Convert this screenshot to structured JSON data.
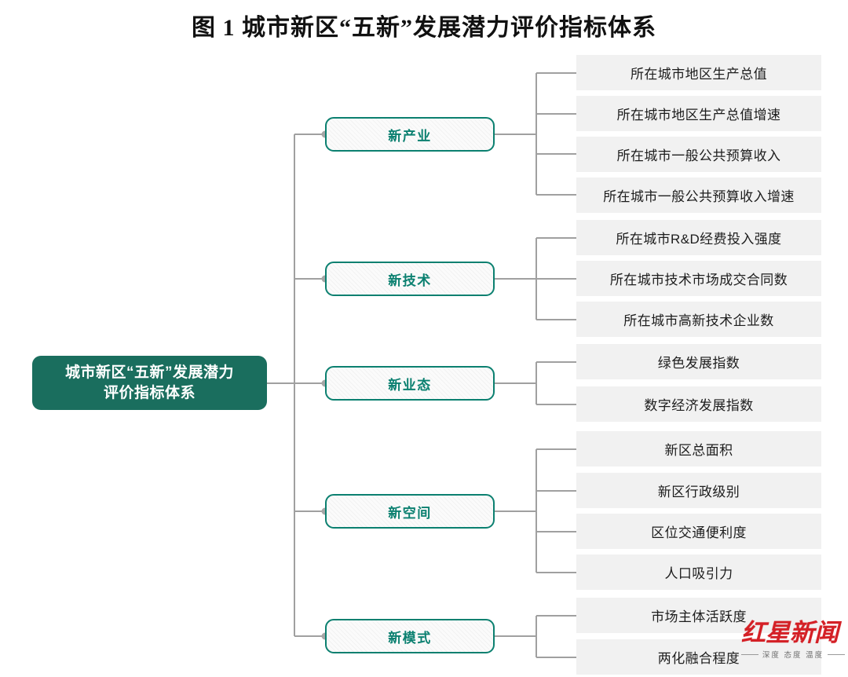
{
  "title": "图 1 城市新区“五新”发展潜力评价指标体系",
  "colors": {
    "root_fill": "#1a6e5e",
    "branch_border": "#0b8070",
    "branch_text": "#0b8070",
    "leaf_fill": "#f1f1f1",
    "connector": "#a0a0a0",
    "node_dot": "#a6a6a6",
    "watermark_red": "#d42026"
  },
  "root": {
    "label": "城市新区“五新”发展潜力评价指标体系",
    "line1": "城市新区“五新”发展潜力",
    "line2": "评价指标体系"
  },
  "branches": [
    {
      "label": "新产业",
      "leaves": [
        "所在城市地区生产总值",
        "所在城市地区生产总值增速",
        "所在城市一般公共预算收入",
        "所在城市一般公共预算收入增速"
      ]
    },
    {
      "label": "新技术",
      "leaves": [
        "所在城市R&D经费投入强度",
        "所在城市技术市场成交合同数",
        "所在城市高新技术企业数"
      ]
    },
    {
      "label": "新业态",
      "leaves": [
        "绿色发展指数",
        "数字经济发展指数"
      ]
    },
    {
      "label": "新空间",
      "leaves": [
        "新区总面积",
        "新区行政级别",
        "区位交通便利度",
        "人口吸引力"
      ]
    },
    {
      "label": "新模式",
      "leaves": [
        "市场主体活跃度",
        "两化融合程度"
      ]
    }
  ],
  "watermark": {
    "name": "红星新闻",
    "tagline": "深度 态度 温度"
  }
}
